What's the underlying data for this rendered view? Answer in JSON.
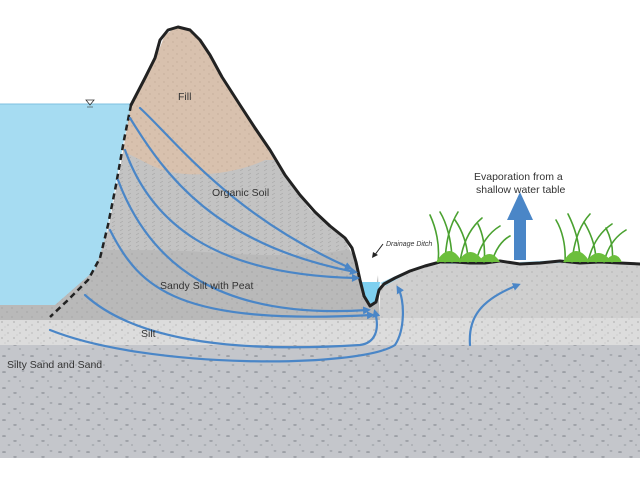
{
  "labels": {
    "fill": "Fill",
    "organic_soil": "Organic Soil",
    "sandy_silt_peat": "Sandy Silt with Peat",
    "silt": "Silt",
    "silty_sand": "Silty Sand and Sand",
    "drainage_ditch": "Drainage Ditch",
    "evap_line1": "Evaporation from a",
    "evap_line2": "shallow water table"
  },
  "colors": {
    "water": "#a6dcf2",
    "fill": "#d8c1ae",
    "organic": "#c3c3c3",
    "sandy": "#b9b9b9",
    "right_soil": "#cfcfcf",
    "silt": "#dcdcdc",
    "sand": "#c4c6cb",
    "flow_arrow": "#4a86c7",
    "grass": "#6cbf3c",
    "outline": "#222222"
  },
  "icons": {
    "water_table": "inverted-triangle-icon",
    "evaporation": "up-arrow-icon",
    "vegetation": "grass-tuft-icon"
  }
}
